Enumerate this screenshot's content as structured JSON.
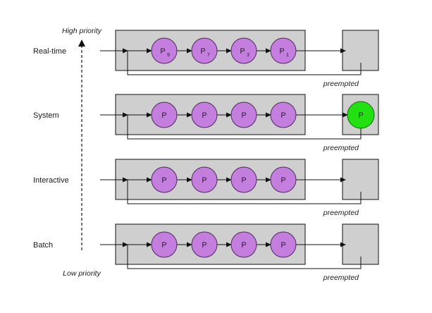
{
  "priority": {
    "high": "High priority",
    "low": "Low priority"
  },
  "queues": [
    {
      "label": "Real-time",
      "processes": [
        {
          "text": "P",
          "sub": "9"
        },
        {
          "text": "P",
          "sub": "7"
        },
        {
          "text": "P",
          "sub": "3"
        },
        {
          "text": "P",
          "sub": "1"
        }
      ],
      "running": null,
      "preempted": "preempted"
    },
    {
      "label": "System",
      "processes": [
        {
          "text": "P",
          "sub": ""
        },
        {
          "text": "P",
          "sub": ""
        },
        {
          "text": "P",
          "sub": ""
        },
        {
          "text": "P",
          "sub": ""
        }
      ],
      "running": {
        "text": "P"
      },
      "preempted": "preempted"
    },
    {
      "label": "Interactive",
      "processes": [
        {
          "text": "P",
          "sub": ""
        },
        {
          "text": "P",
          "sub": ""
        },
        {
          "text": "P",
          "sub": ""
        },
        {
          "text": "P",
          "sub": ""
        }
      ],
      "running": null,
      "preempted": "preempted"
    },
    {
      "label": "Batch",
      "processes": [
        {
          "text": "P",
          "sub": ""
        },
        {
          "text": "P",
          "sub": ""
        },
        {
          "text": "P",
          "sub": ""
        },
        {
          "text": "P",
          "sub": ""
        }
      ],
      "running": null,
      "preempted": "preempted"
    }
  ],
  "colors": {
    "queue_fill": "#cfcfcf",
    "process_fill": "#c47ede",
    "process_stroke": "#4d2a5c",
    "running_fill": "#22e011",
    "running_stroke": "#146b0c"
  }
}
